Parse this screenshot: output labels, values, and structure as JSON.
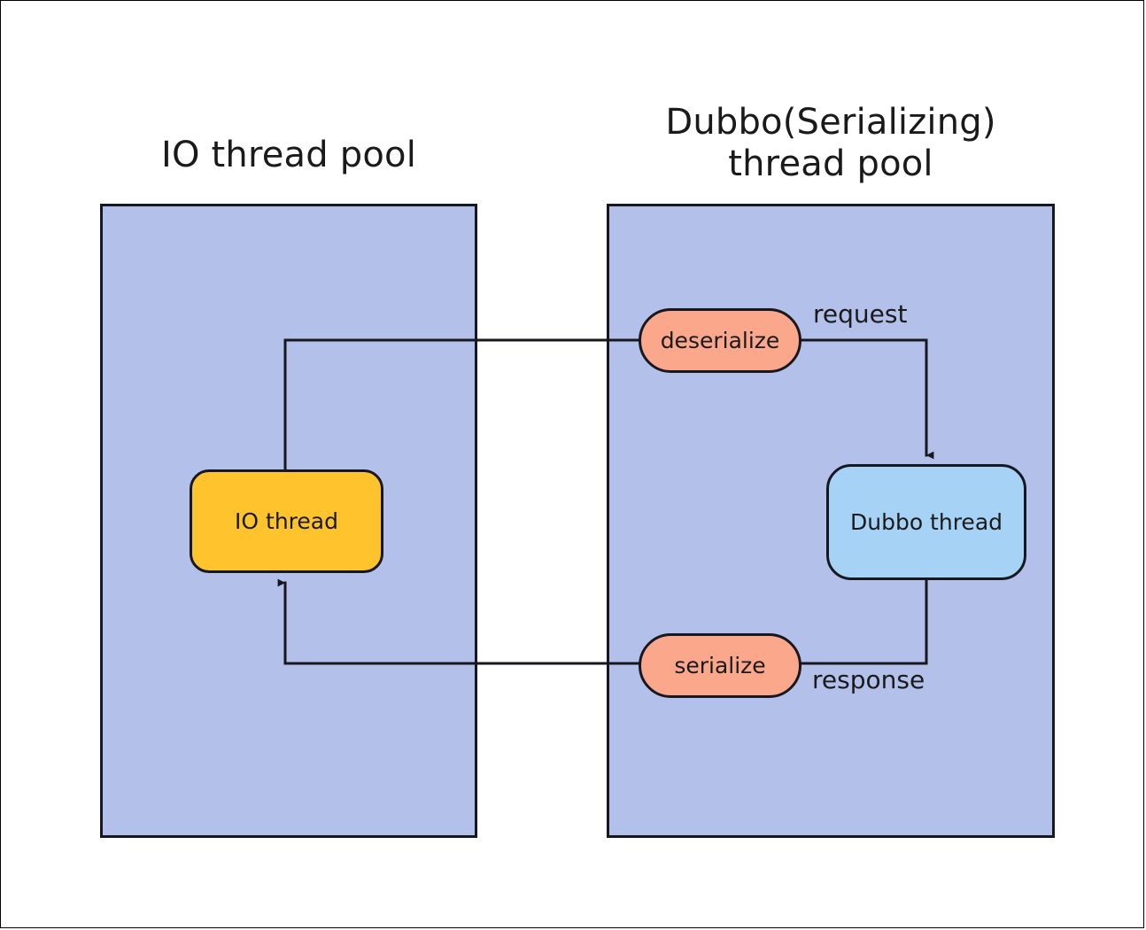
{
  "diagram": {
    "type": "flow-diagram",
    "title_io_pool": "IO thread pool",
    "title_dubbo_pool": "Dubbo(Serializing)\nthread pool",
    "nodes": {
      "io_thread": "IO thread",
      "dubbo_thread": "Dubbo thread",
      "deserialize": "deserialize",
      "serialize": "serialize"
    },
    "edge_labels": {
      "request": "request",
      "response": "response"
    },
    "colors": {
      "panel_fill": "#b3c0ea",
      "io_thread_fill": "#ffc32e",
      "dubbo_thread_fill": "#a6d3f5",
      "serializer_fill": "#faa78c",
      "stroke": "#17171f",
      "background": "#ffffff",
      "text": "#1a1a1a"
    },
    "flow": [
      "deserialize -> IO thread (left, no arrowhead)",
      "deserialize -> request -> Dubbo thread (arrowhead down)",
      "Dubbo thread -> response -> serialize (no arrowhead)",
      "serialize -> IO thread (arrowhead up)"
    ]
  }
}
